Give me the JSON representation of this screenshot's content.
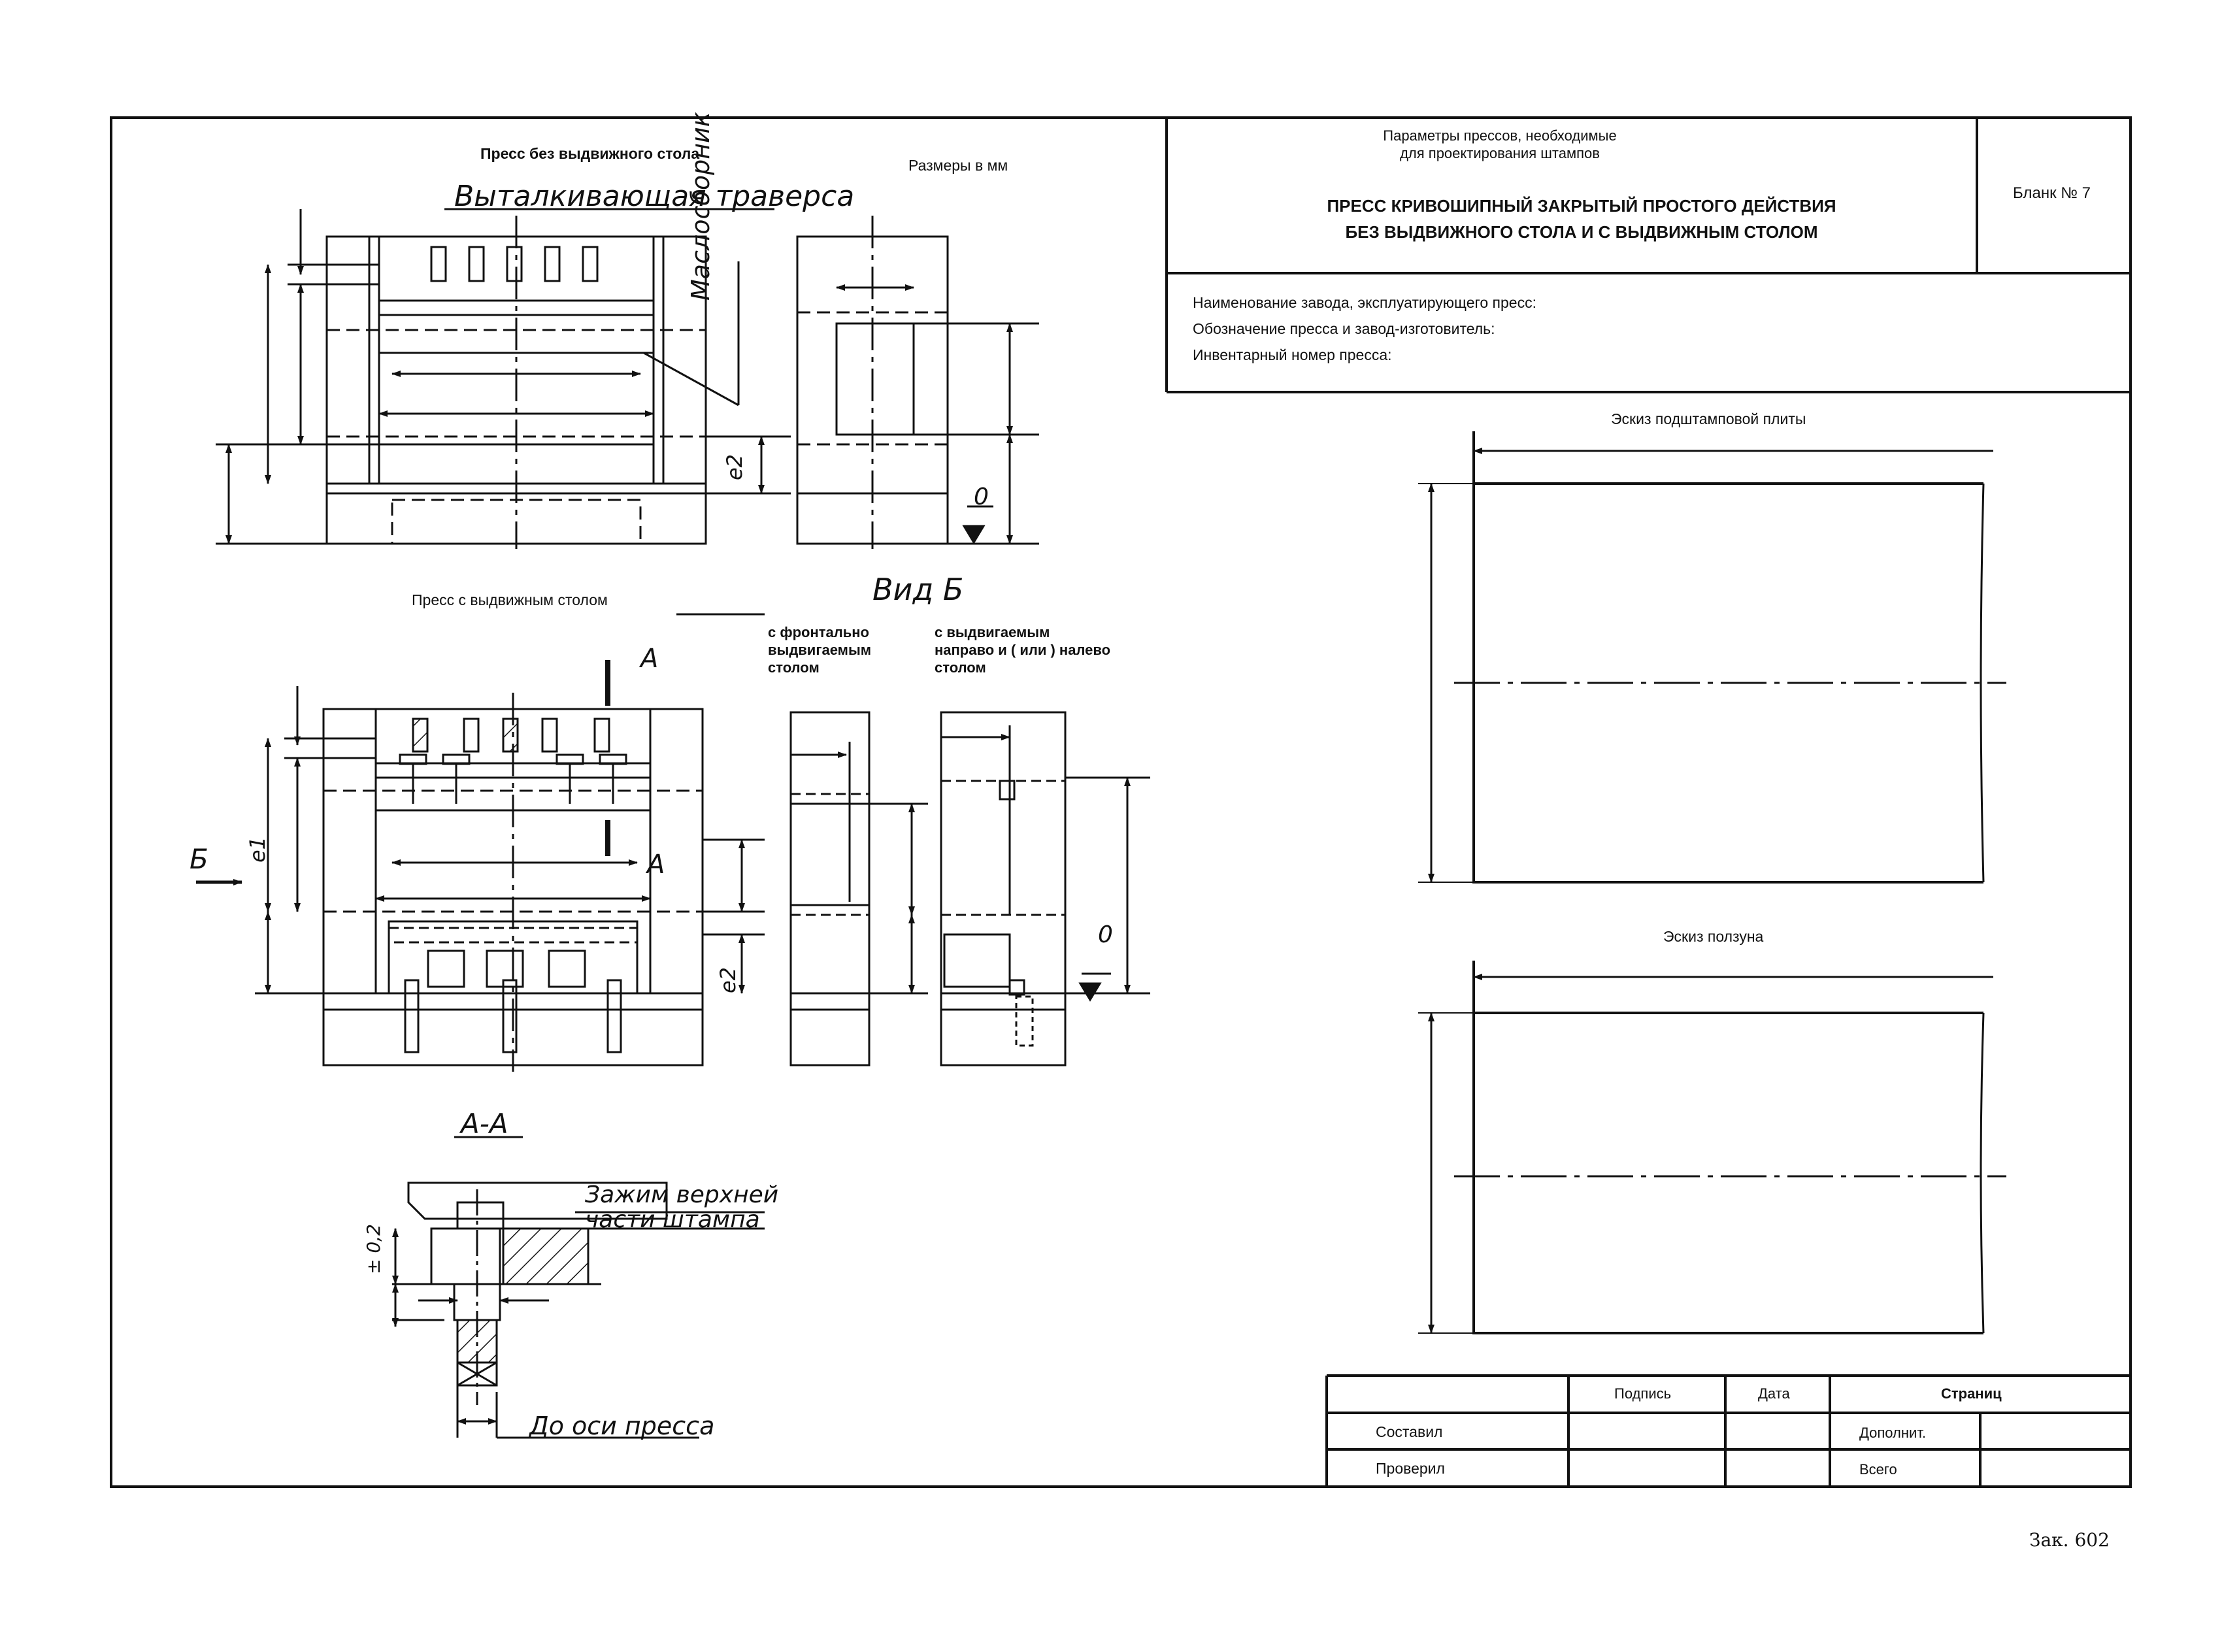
{
  "header": {
    "params_line1": "Параметры прессов, необходимые",
    "params_line2": "для проектирования штампов",
    "title_line1": "ПРЕСС КРИВОШИПНЫЙ ЗАКРЫТЫЙ ПРОСТОГО ДЕЙСТВИЯ",
    "title_line2": "БЕЗ ВЫДВИЖНОГО СТОЛА И С ВЫДВИЖНЫМ СТОЛОМ",
    "form_number": "Бланк № 7"
  },
  "info_fields": {
    "plant_name": "Наименование завода, эксплуатирующего пресс:",
    "press_designation": "Обозначение пресса и завод-изготовитель:",
    "inventory_number": "Инвентарный номер пресса:"
  },
  "drawings": {
    "press_without_table": "Пресс без выдвижного стола",
    "dimensions_note": "Размеры в мм",
    "ejector_traverse": "Выталкивающая траверса",
    "oil_collector": "Маслосборник",
    "e2": "е2",
    "zero": "0",
    "press_with_table": "Пресс с выдвижным столом",
    "view_b": "Вид Б",
    "front_table_l1": "с фронтально",
    "front_table_l2": "выдвигаемым",
    "front_table_l3": "столом",
    "side_table_l1": "с выдвигаемым",
    "side_table_l2": "направо и ( или )  налево",
    "side_table_l3": "столом",
    "section_a": "А",
    "arrow_b": "Б",
    "e1": "е1",
    "section_aa": "А-А",
    "clamp_l1": "Зажим верхней",
    "clamp_l2": "части штампа",
    "tolerance": "± 0,2",
    "to_press_axis": "До оси пресса"
  },
  "sketches": {
    "bolster_plate": "Эскиз подштамповой плиты",
    "slide": "Эскиз ползуна"
  },
  "signature_table": {
    "col_signature": "Подпись",
    "col_date": "Дата",
    "col_pages": "Страниц",
    "row_compiled": "Составил",
    "row_checked": "Проверил",
    "extra": "Дополнит.",
    "total": "Всего"
  },
  "footer": {
    "order": "Зак. 602"
  }
}
